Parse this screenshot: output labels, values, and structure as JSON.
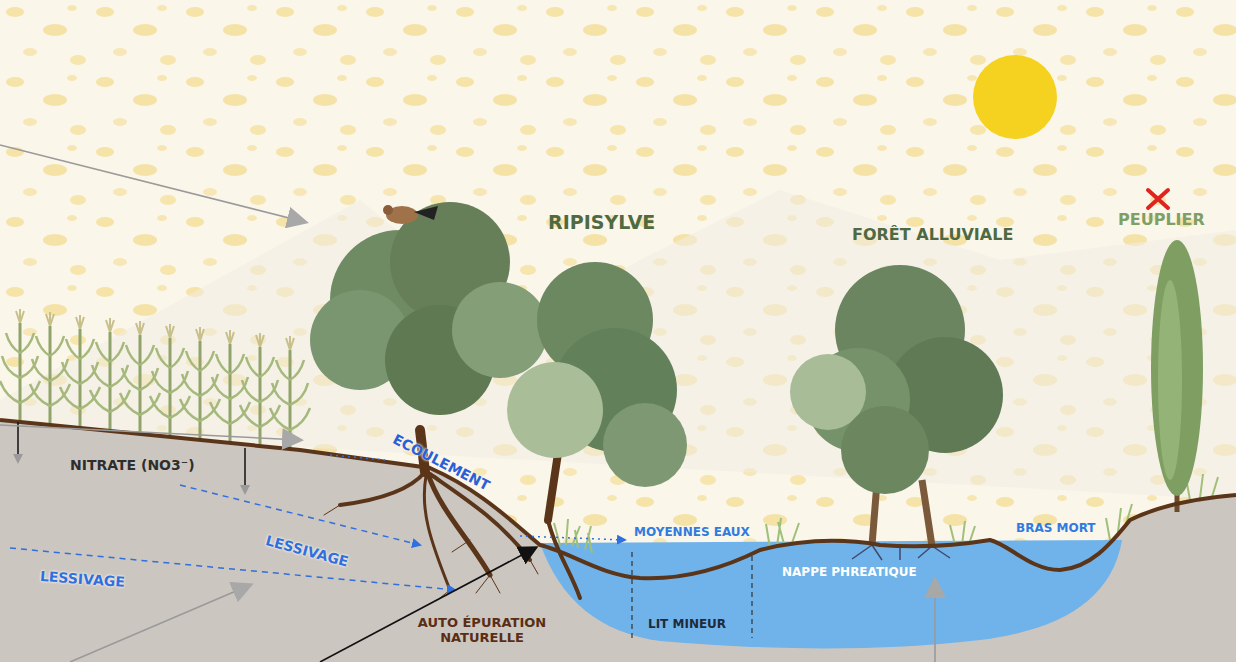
{
  "diagram": {
    "labels": [
      "RIPISYLVE",
      "FORÊT ALLUVIALE",
      "PEUPLIER",
      "NITRATE (NO3⁻)",
      "ECOULEMENT",
      "LESSIVAGE",
      "LESSIVAGE",
      "MOYENNES EAUX",
      "BRAS MORT",
      "NAPPE PHREATIQUE",
      "LIT MINEUR",
      "AUTO ÉPURATION NATURELLE"
    ]
  }
}
